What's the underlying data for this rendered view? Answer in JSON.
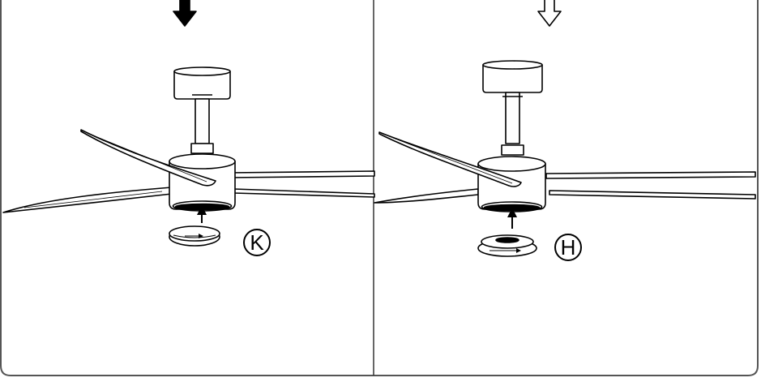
{
  "diagram": {
    "panels": [
      {
        "id": "left",
        "top_arrow": "filled-down-arrow",
        "part_label": "K",
        "part_icon": "light-cover-ring-icon"
      },
      {
        "id": "right",
        "top_arrow": "outline-down-arrow",
        "part_label": "H",
        "part_icon": "light-kit-disc-icon"
      }
    ],
    "colors": {
      "line": "#000000",
      "background": "#ffffff",
      "frame": "#555555"
    }
  }
}
